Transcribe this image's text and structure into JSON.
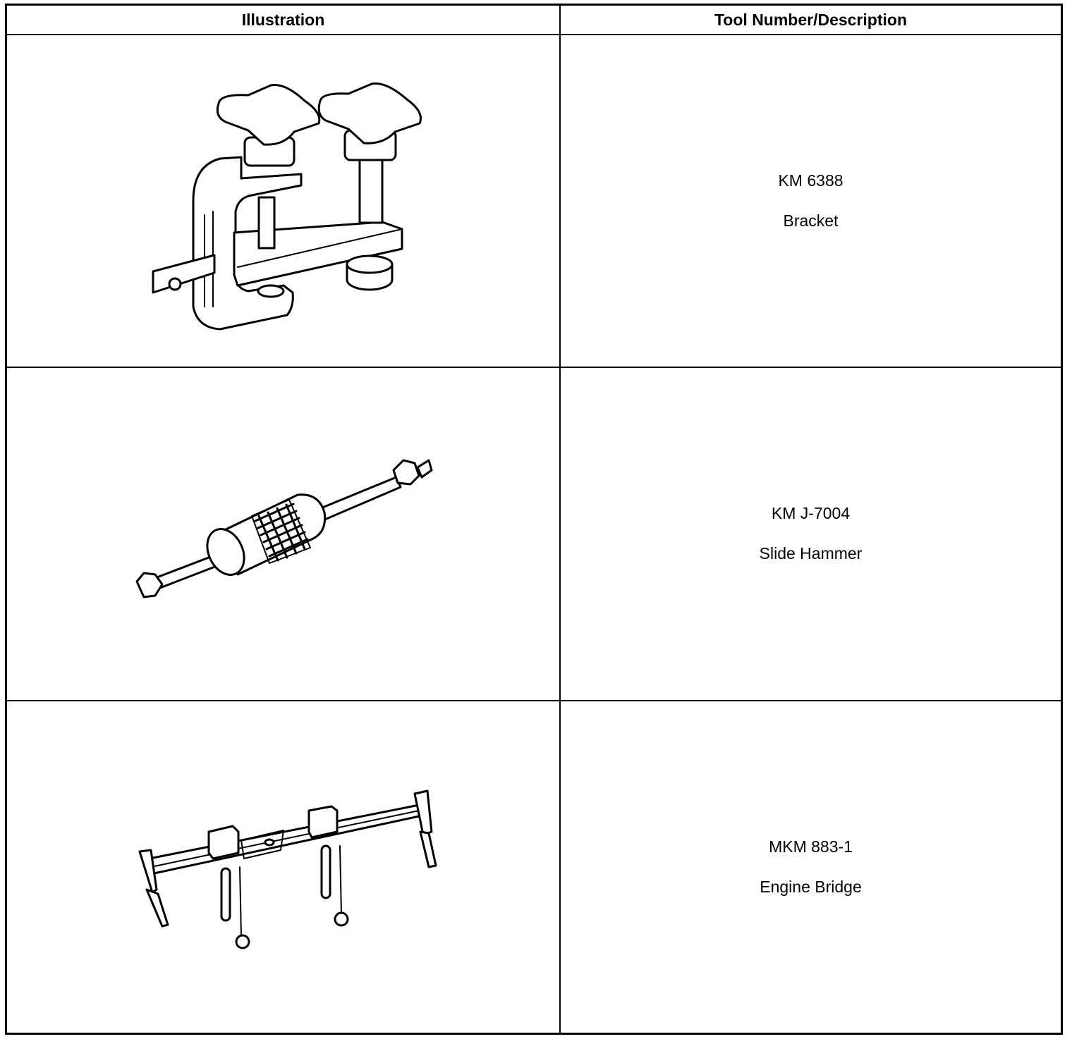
{
  "table": {
    "headers": {
      "illustration": "Illustration",
      "tool": "Tool Number/Description"
    },
    "rows": [
      {
        "number": "KM 6388",
        "description": "Bracket",
        "icon": "bracket-tool-illustration"
      },
      {
        "number": "KM J-7004",
        "description": "Slide Hammer",
        "icon": "slide-hammer-illustration"
      },
      {
        "number": "MKM 883-1",
        "description": "Engine Bridge",
        "icon": "engine-bridge-illustration"
      }
    ]
  }
}
